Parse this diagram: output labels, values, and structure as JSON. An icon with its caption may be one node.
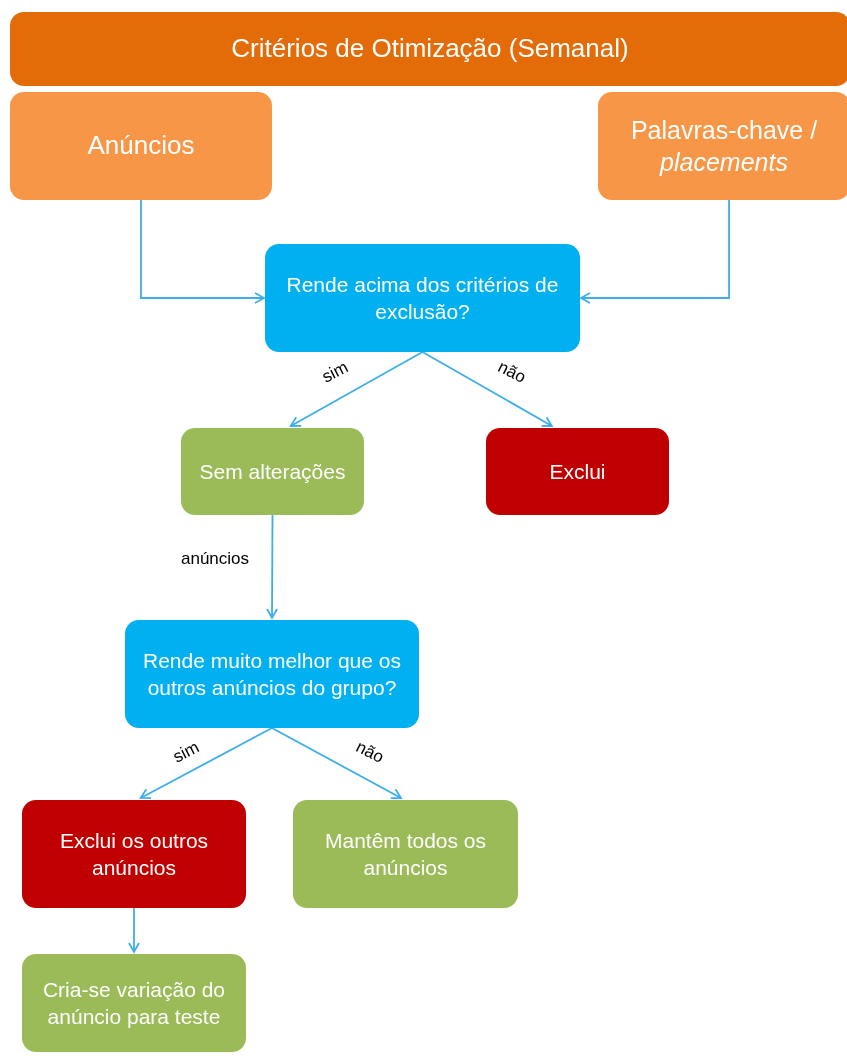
{
  "diagram": {
    "nodes": [
      {
        "text": [
          "Critérios de Otimização (Semanal)"
        ]
      },
      {
        "text": [
          "Anúncios"
        ]
      },
      {
        "text": [
          "Palavras-chave / *placements*"
        ]
      },
      {
        "text": [
          "Rende acima dos critérios de exclusão?"
        ]
      },
      {
        "text": [
          "Sem alterações"
        ]
      },
      {
        "text": [
          "Exclui"
        ]
      },
      {
        "text": [
          "Rende muito melhor que os outros anúncios do grupo?"
        ]
      },
      {
        "text": [
          "Exclui os outros anúncios"
        ]
      },
      {
        "text": [
          "Mantêm todos os anúncios"
        ]
      },
      {
        "text": [
          "Cria-se variação do anúncio para teste"
        ]
      }
    ],
    "edges": [
      {
        "from": 1,
        "to": 3,
        "arrow": "to"
      },
      {
        "from": 2,
        "to": 3,
        "arrow": "to"
      },
      {
        "from": 3,
        "to": 4,
        "arrow": "to",
        "label": "sim"
      },
      {
        "from": 3,
        "to": 5,
        "arrow": "to",
        "label": "não"
      },
      {
        "from": 4,
        "to": 6,
        "arrow": "to",
        "label": "anúncios"
      },
      {
        "from": 6,
        "to": 7,
        "arrow": "to",
        "label": "sim"
      },
      {
        "from": 6,
        "to": 8,
        "arrow": "to",
        "label": "não"
      },
      {
        "from": 7,
        "to": 9,
        "arrow": "to"
      }
    ]
  }
}
